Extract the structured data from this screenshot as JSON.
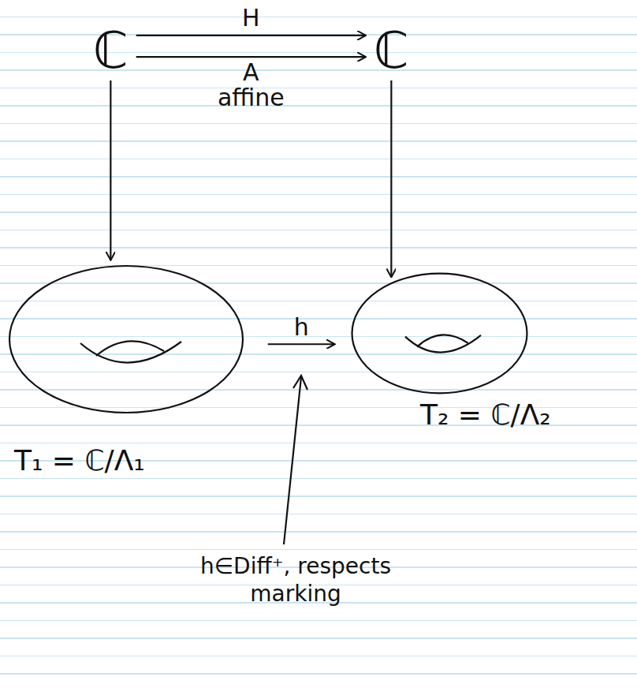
{
  "diagram": {
    "nodes": [
      {
        "text": [
          "ℂ"
        ]
      },
      {
        "text": [
          "ℂ"
        ]
      },
      {
        "text": [
          "T₁ = ℂ/Λ₁"
        ]
      },
      {
        "text": [
          "T₂ = ℂ/Λ₂"
        ]
      }
    ],
    "edges": [
      {
        "from": 0,
        "to": 1,
        "arrow": "to",
        "label": "H"
      },
      {
        "from": 0,
        "to": 1,
        "arrow": "to",
        "label": "A affine"
      },
      {
        "from": 0,
        "to": 2,
        "arrow": "to"
      },
      {
        "from": 1,
        "to": 3,
        "arrow": "to"
      },
      {
        "from": 2,
        "to": 3,
        "arrow": "to",
        "label": "h"
      }
    ],
    "labels": [
      "h∈Diff⁺, respects marking"
    ]
  }
}
